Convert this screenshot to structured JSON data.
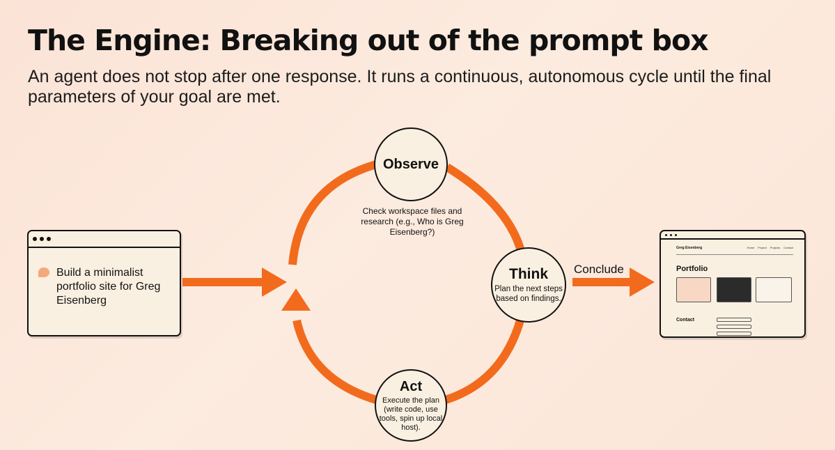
{
  "title": "The Engine: Breaking out of the prompt box",
  "subtitle": "An agent does not stop after one response. It runs a continuous, autonomous cycle until the final parameters of your goal are met.",
  "input": {
    "prompt": "Build a minimalist portfolio site for Greg Eisenberg"
  },
  "cycle": {
    "observe": {
      "title": "Observe",
      "desc": "Check workspace files and research (e.g., Who is Greg Eisenberg?)"
    },
    "think": {
      "title": "Think",
      "desc": "Plan the next steps based on findings."
    },
    "act": {
      "title": "Act",
      "desc": "Execute the plan (write code, use tools, spin up local host)."
    }
  },
  "conclude_label": "Conclude",
  "output_site": {
    "brand": "Greg Eisenberg",
    "nav": [
      "Home",
      "Project",
      "Projects",
      "Contact"
    ],
    "heading": "Portfolio",
    "contact": "Contact"
  },
  "colors": {
    "accent": "#f26b1d",
    "node_fill": "#faf0e1",
    "outline": "#111111"
  }
}
